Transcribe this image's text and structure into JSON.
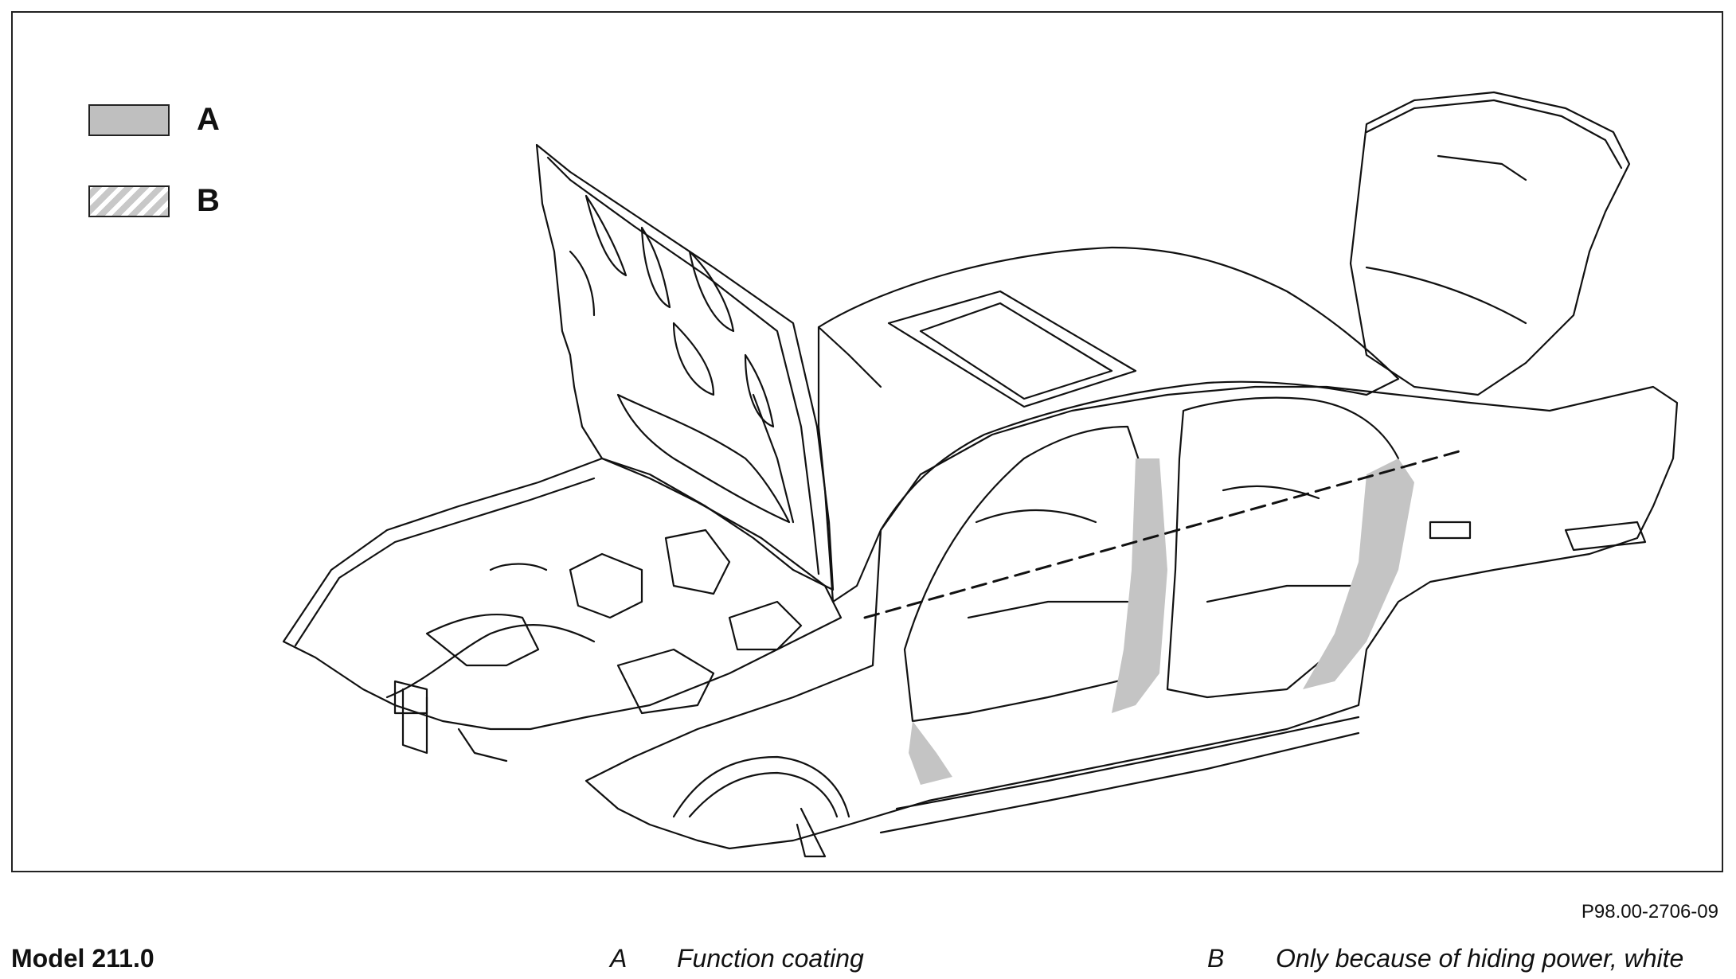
{
  "legend": {
    "items": [
      {
        "letter": "A",
        "fill": "solid-gray",
        "color": "#bfbfbf"
      },
      {
        "letter": "B",
        "fill": "hatched-gray",
        "color": "#c8c8c8"
      }
    ]
  },
  "figure_code": "P98.00-2706-09",
  "caption": {
    "model": "Model 211.0",
    "a_letter": "A",
    "a_text": "Function coating",
    "b_letter": "B",
    "b_text": "Only because of hiding power, white"
  }
}
